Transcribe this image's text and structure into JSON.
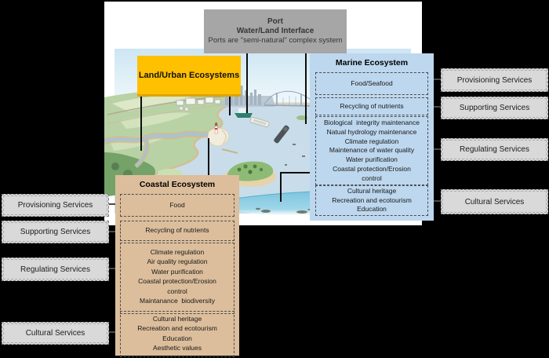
{
  "port_box": {
    "title": "Port",
    "subtitle": "Water/Land Interface",
    "note": "Ports are \"semi-natural\" complex system"
  },
  "land_box": {
    "title": "Land/Urban Ecosystems"
  },
  "marine": {
    "title": "Marine Ecosystem",
    "groups": [
      {
        "service": "Provisioning",
        "lines": [
          "Food/Seafood"
        ]
      },
      {
        "service": "Supporting",
        "lines": [
          "Recycling of nutrients"
        ]
      },
      {
        "service": "Regulating",
        "lines": [
          "Biological  integrity maintenance",
          "Natual hydrology maintenance",
          "Climate regulation",
          "Maintenance of water quality",
          "Water purification",
          "Coastal protection/Erosion",
          "control"
        ]
      },
      {
        "service": "Cultural",
        "lines": [
          "Cultural heritage",
          "Recreation and ecotourism",
          "Education"
        ]
      }
    ]
  },
  "coastal": {
    "title": "Coastal Ecosystem",
    "groups": [
      {
        "service": "Provisioning",
        "lines": [
          "Food"
        ]
      },
      {
        "service": "Supporting",
        "lines": [
          "Recycling of nutrients"
        ]
      },
      {
        "service": "Regulating",
        "lines": [
          "Climate regulation",
          "Air quality regulation",
          "Water purification",
          "Coastal protection/Erosion",
          "control",
          "Maintanance  biodiversity"
        ]
      },
      {
        "service": "Cultural",
        "lines": [
          "Cultural heritage",
          "Recreation and ecotourism",
          "Education",
          "Aesthetic values"
        ]
      }
    ]
  },
  "services_left": [
    "Provisioning Services",
    "Supporting Services",
    "Regulating Services",
    "Cultural Services"
  ],
  "services_right": [
    "Provisioning Services",
    "Supporting Services",
    "Regulating Services",
    "Cultural Services"
  ],
  "illustration": {
    "name": "coastal-port-aerial-illustration",
    "caption": ""
  },
  "colors": {
    "background": "#000000",
    "canvas": "#ffffff",
    "port_gray": "#a6a6a6",
    "land_yellow": "#ffc000",
    "marine_blue": "#bdd7ee",
    "coastal_tan": "#dcbe9c",
    "label_gray": "#d9d9d9",
    "deep_sea": "#7ac4dd"
  }
}
